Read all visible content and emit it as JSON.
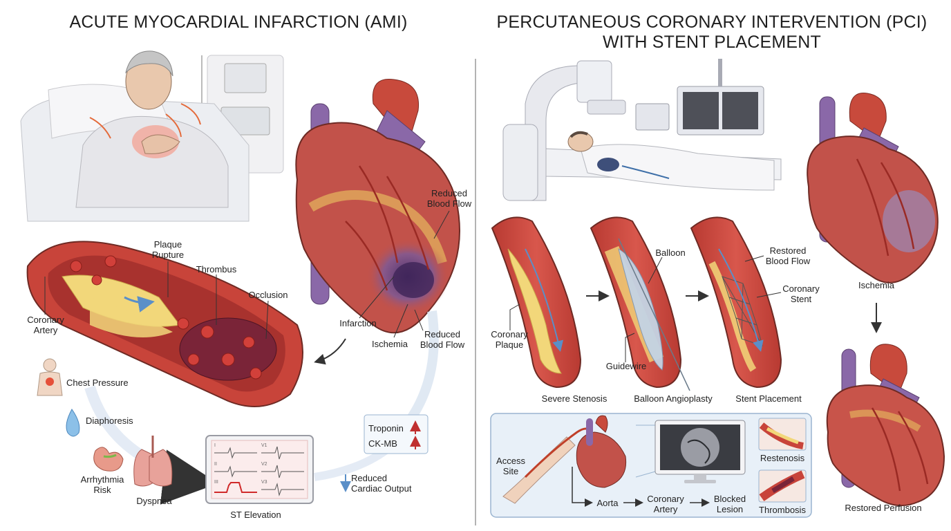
{
  "left_panel": {
    "title": "ACUTE MYOCARDIAL INFARCTION (AMI)",
    "artery_labels": {
      "plaque_rupture": [
        "Plaque",
        "Rupture"
      ],
      "thrombus": "Thrombus",
      "occlusion": "Occlusion",
      "coronary_artery": [
        "Coronary",
        "Artery"
      ]
    },
    "heart_labels": {
      "reduced_blood_flow_top": [
        "Reduced",
        "Blood Flow"
      ],
      "infarction": "Infarction",
      "ischemia": "Ischemia",
      "reduced_blood_flow_bottom": [
        "Reduced",
        "Blood Flow"
      ]
    },
    "symptoms": {
      "chest_pressure": "Chest Pressure",
      "diaphoresis": "Diaphoresis",
      "arrhythmia_risk": [
        "Arrhythmia",
        "Risk"
      ],
      "dyspnea": "Dyspnea"
    },
    "ecg": {
      "caption": "ST Elevation",
      "leads": [
        "I",
        "II",
        "III",
        "V1",
        "V2",
        "V3"
      ]
    },
    "biomarkers": {
      "troponin": "Troponin",
      "ck_mb": "CK-MB"
    },
    "cardiac_output": [
      "Reduced",
      "Cardiac Output"
    ]
  },
  "right_panel": {
    "title": [
      "PERCUTANEOUS CORONARY INTERVENTION (PCI)",
      "WITH STENT PLACEMENT"
    ],
    "steps": [
      "Severe Stenosis",
      "Balloon Angioplasty",
      "Stent Placement"
    ],
    "vessel_labels": {
      "coronary_plaque": [
        "Coronary",
        "Plaque"
      ],
      "balloon": "Balloon",
      "guidewire": "Guidewire",
      "restored_blood_flow": [
        "Restored",
        "Blood Flow"
      ],
      "coronary_stent": [
        "Coronary",
        "Stent"
      ]
    },
    "access_path": {
      "access_site": [
        "Access",
        "Site"
      ],
      "aorta": "Aorta",
      "coronary_artery": [
        "Coronary",
        "Artery"
      ],
      "blocked_lesion": [
        "Blocked",
        "Lesion"
      ]
    },
    "complications": [
      "Restenosis",
      "Thrombosis"
    ],
    "heart_outcomes": {
      "ischemia": "Ischemia",
      "restored_perfusion": "Restored Perfusion"
    }
  },
  "colors": {
    "artery_red": "#c8443a",
    "vessel_inner": "#a8322e",
    "plaque_yellow": "#f2d77a",
    "clot": "#7a2438",
    "heart_muscle": "#c2524a",
    "vein_purple": "#8a68a8",
    "ischemia_purple": "#5a3a7a",
    "arrow_blue": "#5a8fc8",
    "panel_blue": "#e8f0f8",
    "panel_border": "#9ab4d0",
    "biomarker_up": "#c03030"
  }
}
